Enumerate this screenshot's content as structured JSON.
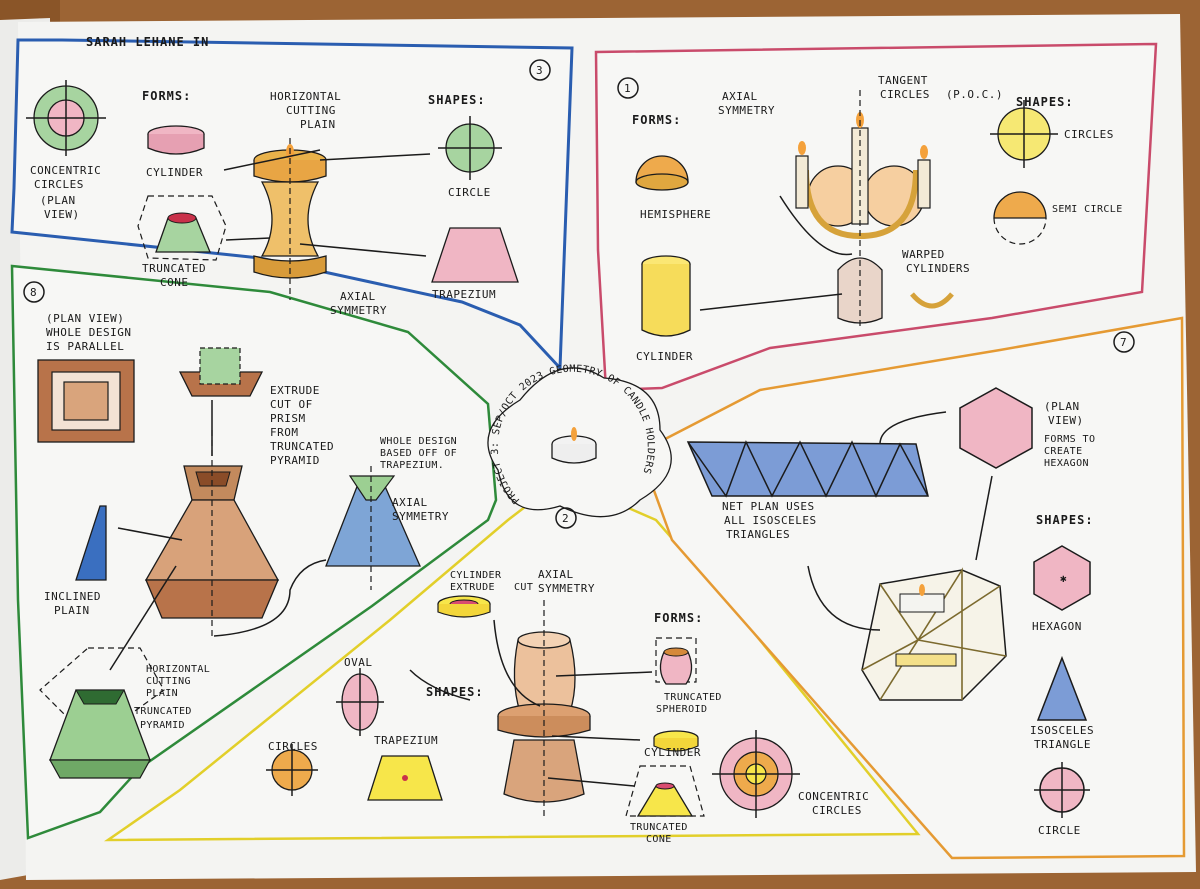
{
  "author": "SARAH LEHANE IN",
  "center_arc_text": "PROJECT 3: SEP/OCT 2023 GEOMETRY OF CANDLE HOLDERS",
  "panel3": {
    "number": "3",
    "forms": "FORMS:",
    "shapes": "SHAPES:",
    "cutting_plain_1": "HORIZONTAL",
    "cutting_plain_2": "CUTTING",
    "cutting_plain_3": "PLAIN",
    "concentric_1": "CONCENTRIC",
    "concentric_2": "CIRCLES",
    "plan_view_1": "(PLAN",
    "plan_view_2": "VIEW)",
    "cylinder": "CYLINDER",
    "truncated_1": "TRUNCATED",
    "truncated_2": "CONE",
    "circle": "CIRCLE",
    "trapezium": "TRAPEZIUM",
    "axial_1": "AXIAL",
    "axial_2": "SYMMETRY"
  },
  "panel1": {
    "number": "1",
    "forms": "FORMS:",
    "shapes": "SHAPES:",
    "axial_1": "AXIAL",
    "axial_2": "SYMMETRY",
    "tangent_1": "TANGENT",
    "tangent_2": "CIRCLES",
    "tangent_3": "(P.O.C.)",
    "hemisphere": "HEMISPHERE",
    "cylinder": "CYLINDER",
    "warped_1": "WARPED",
    "warped_2": "CYLINDERS",
    "circles": "CIRCLES",
    "semicircle": "SEMI CIRCLE"
  },
  "panel8": {
    "number": "8",
    "plan_1": "(PLAN VIEW)",
    "plan_2": "WHOLE DESIGN",
    "plan_3": "IS PARALLEL",
    "extrude_1": "EXTRUDE",
    "extrude_2": "CUT OF",
    "extrude_3": "PRISM",
    "extrude_4": "FROM",
    "extrude_5": "TRUNCATED",
    "extrude_6": "PYRAMID",
    "whole_1": "WHOLE DESIGN",
    "whole_2": "BASED OFF OF",
    "whole_3": "TRAPEZIUM.",
    "axial_1": "AXIAL",
    "axial_2": "SYMMETRY",
    "inclined_1": "INCLINED",
    "inclined_2": "PLAIN",
    "horiz_1": "HORIZONTAL",
    "horiz_2": "CUTTING",
    "horiz_3": "PLAIN",
    "trunc_1": "TRUNCATED",
    "trunc_2": "PYRAMID"
  },
  "panel2": {
    "number": "2",
    "cyl_extrude_1": "CYLINDER",
    "cyl_extrude_2": "EXTRUDE",
    "cyl_extrude_3": "CUT",
    "axial_1": "AXIAL",
    "axial_2": "SYMMETRY",
    "forms": "FORMS:",
    "oval": "OVAL",
    "shapes": "SHAPES:",
    "circles": "CIRCLES",
    "trapezium": "TRAPEZIUM",
    "trunc_sph_1": "TRUNCATED",
    "trunc_sph_2": "SPHEROID",
    "cylinder": "CYLINDER",
    "concentric_1": "CONCENTRIC",
    "concentric_2": "CIRCLES",
    "trunc_cone_1": "TRUNCATED",
    "trunc_cone_2": "CONE"
  },
  "panel7": {
    "number": "7",
    "plan_1": "(PLAN",
    "plan_2": "VIEW)",
    "plan_3": "FORMS TO",
    "plan_4": "CREATE",
    "plan_5": "HEXAGON",
    "net_1": "NET PLAN USES",
    "net_2": "ALL ISOSCELES",
    "net_3": "TRIANGLES",
    "shapes": "SHAPES:",
    "hexagon": "HEXAGON",
    "iso_1": "ISOSCELES",
    "iso_2": "TRIANGLE",
    "circle": "CIRCLE"
  }
}
